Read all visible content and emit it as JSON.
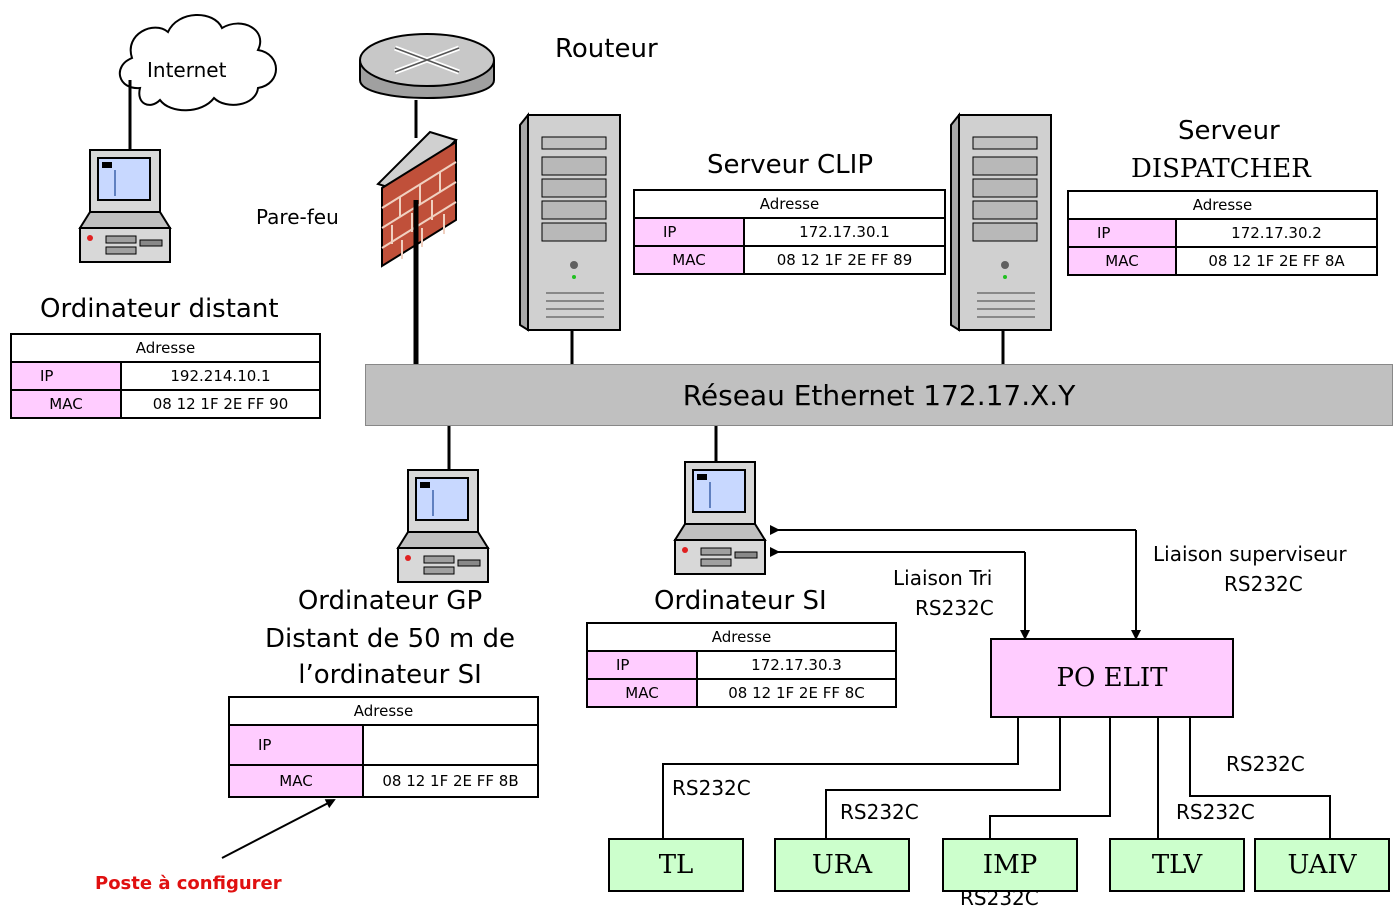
{
  "labels": {
    "internet": "Internet",
    "router": "Routeur",
    "firewall": "Pare-feu",
    "ethernet": "Réseau Ethernet 172.17.X.Y",
    "clip_title": "Serveur CLIP",
    "dispatcher_title_1": "Serveur",
    "dispatcher_title_2": "DISPATCHER",
    "remote_title": "Ordinateur distant",
    "gp_title_1": "Ordinateur GP",
    "gp_title_2": "Distant de 50 m de",
    "gp_title_3": "l’ordinateur SI",
    "si_title": "Ordinateur SI",
    "liaison_tri_1": "Liaison Tri",
    "liaison_tri_2": "RS232C",
    "liaison_sup_1": "Liaison superviseur",
    "liaison_sup_2": "RS232C",
    "poste_configurer": "Poste  à configurer"
  },
  "addr_header": "Adresse",
  "tables": {
    "clip": {
      "ip_label": "IP",
      "ip": "172.17.30.1",
      "mac_label": "MAC",
      "mac": "08 12 1F 2E FF 89"
    },
    "dispatcher": {
      "ip_label": "IP",
      "ip": "172.17.30.2",
      "mac_label": "MAC",
      "mac": "08 12 1F 2E FF 8A"
    },
    "remote": {
      "ip_label": "IP",
      "ip": "192.214.10.1",
      "mac_label": "MAC",
      "mac": "08 12 1F 2E FF 90"
    },
    "si": {
      "ip_label": "IP",
      "ip": "172.17.30.3",
      "mac_label": "MAC",
      "mac": "08 12 1F 2E FF 8C"
    },
    "gp": {
      "ip_label": "IP",
      "ip": "",
      "mac_label": "MAC",
      "mac": "08 12 1F 2E FF 8B"
    }
  },
  "po_elit": "PO ELIT",
  "devices": {
    "tl": "TL",
    "ura": "URA",
    "imp": "IMP",
    "tlv": "TLV",
    "uaiv": "UAIV"
  },
  "rs232_labels": {
    "tl": "RS232C",
    "ura": "RS232C",
    "imp": "RS232C",
    "tlv": "RS232C",
    "uaiv": "RS232C"
  },
  "colors": {
    "pink": "#ffccff",
    "green": "#ccffcc",
    "ethernet_gray": "#c0c0c0",
    "alert_red": "#e01010"
  }
}
